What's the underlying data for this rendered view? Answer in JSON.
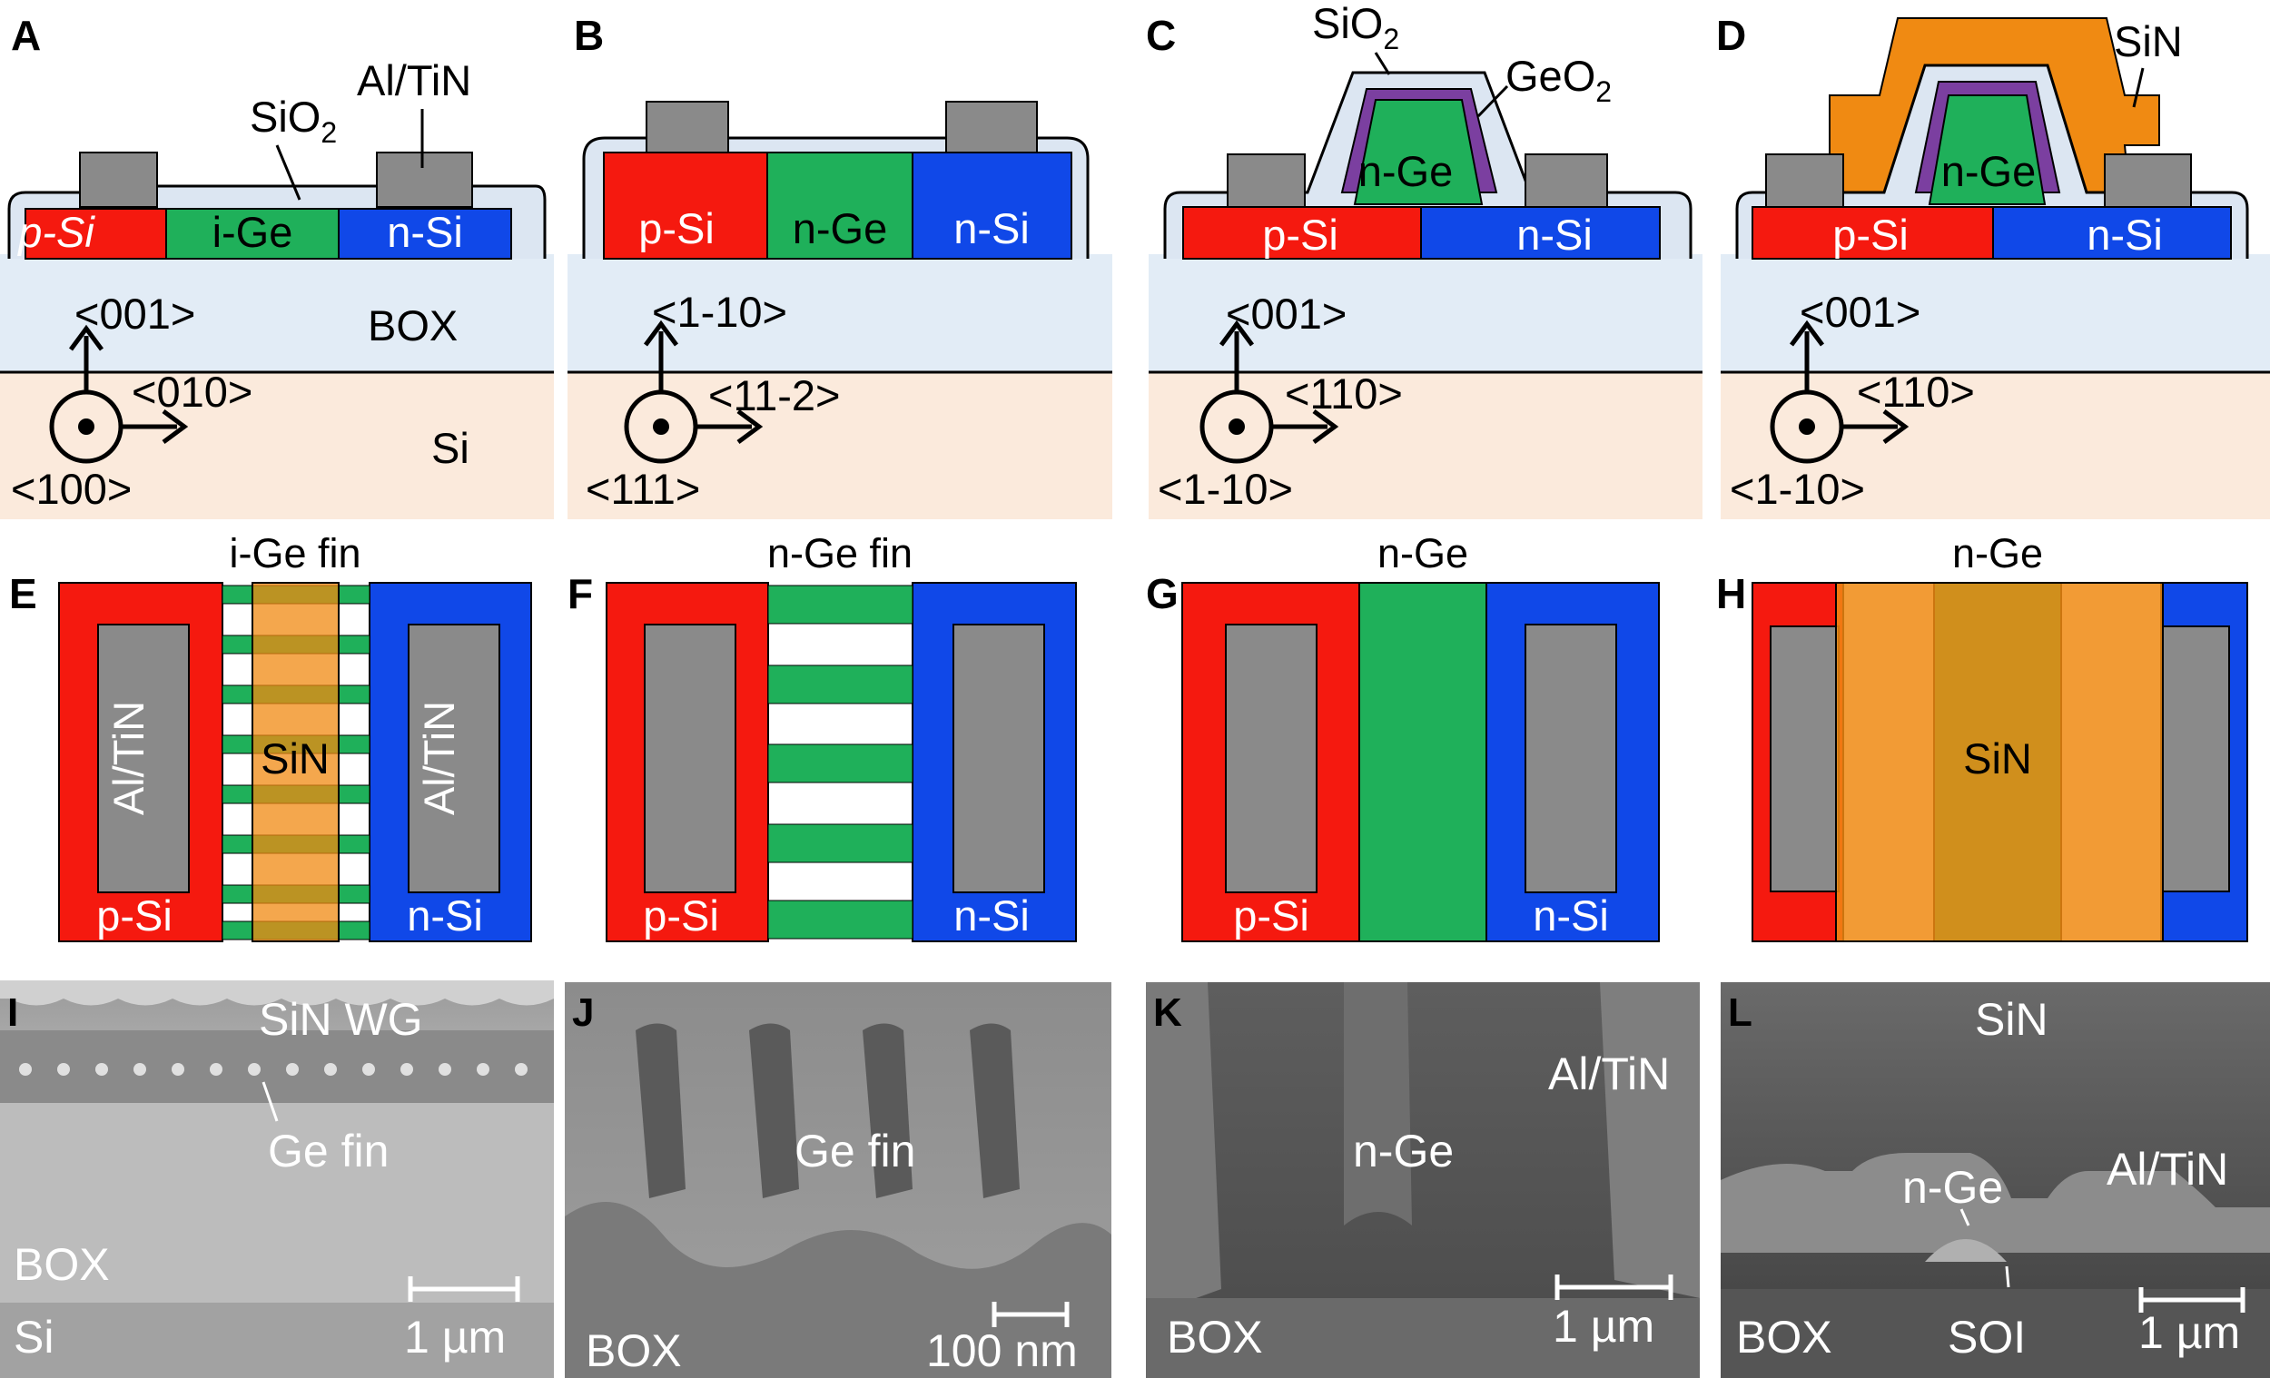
{
  "colors": {
    "p_si": "#f5190f",
    "n_si": "#1048e8",
    "ge": "#1fb05a",
    "contact": "#8a8a8a",
    "oxide": "#dce6f2",
    "box": "#e2ecf6",
    "substrate": "#fbeadc",
    "geo2": "#7b3fa0",
    "sin": "#f08a12"
  },
  "panels": {
    "A": {
      "letter": "A",
      "p_si": "p-Si",
      "ge": "i-Ge",
      "n_si": "n-Si",
      "sio2": "SiO",
      "sio2_sub": "2",
      "metal": "Al/TiN",
      "box": "BOX",
      "si": "Si",
      "axis_up": "<001>",
      "axis_right": "<010>",
      "axis_out": "<100>"
    },
    "B": {
      "letter": "B",
      "p_si": "p-Si",
      "ge": "n-Ge",
      "n_si": "n-Si",
      "axis_up": "<1-10>",
      "axis_right": "<11-2>",
      "axis_out": "<111>"
    },
    "C": {
      "letter": "C",
      "p_si": "p-Si",
      "ge": "n-Ge",
      "n_si": "n-Si",
      "sio2": "SiO",
      "sio2_sub": "2",
      "geo2": "GeO",
      "geo2_sub": "2",
      "axis_up": "<001>",
      "axis_right": "<110>",
      "axis_out": "<1-10>"
    },
    "D": {
      "letter": "D",
      "p_si": "p-Si",
      "ge": "n-Ge",
      "n_si": "n-Si",
      "sin": "SiN",
      "axis_up": "<001>",
      "axis_right": "<110>",
      "axis_out": "<1-10>"
    },
    "E": {
      "letter": "E",
      "title": "i-Ge fin",
      "metal_left": "Al/TiN",
      "metal_right": "Al/TiN",
      "sin": "SiN",
      "p_si": "p-Si",
      "n_si": "n-Si"
    },
    "F": {
      "letter": "F",
      "title": "n-Ge fin",
      "p_si": "p-Si",
      "n_si": "n-Si"
    },
    "G": {
      "letter": "G",
      "title": "n-Ge",
      "p_si": "p-Si",
      "n_si": "n-Si"
    },
    "H": {
      "letter": "H",
      "title": "n-Ge",
      "sin": "SiN"
    },
    "I": {
      "letter": "I",
      "sin_wg": "SiN WG",
      "ge_fin": "Ge fin",
      "box": "BOX",
      "si": "Si",
      "scale": "1 µm"
    },
    "J": {
      "letter": "J",
      "ge_fin": "Ge fin",
      "box": "BOX",
      "scale": "100 nm"
    },
    "K": {
      "letter": "K",
      "metal": "Al/TiN",
      "ge": "n-Ge",
      "box": "BOX",
      "scale": "1 µm"
    },
    "L": {
      "letter": "L",
      "sin": "SiN",
      "ge": "n-Ge",
      "metal": "Al/TiN",
      "box": "BOX",
      "soi": "SOI",
      "scale": "1 µm"
    }
  }
}
